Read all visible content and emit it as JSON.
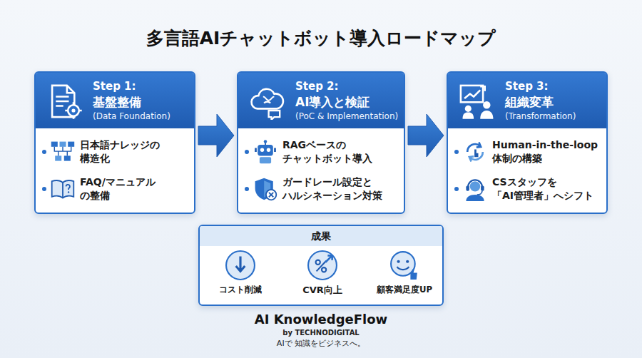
{
  "diagram": {
    "title": "多言語AIチャットボット導入ロードマップ",
    "nodes": [
      {
        "text": [
          "Step 1:",
          "基盤整備",
          "(Data Foundation)",
          "日本語ナレッジの 構造化",
          "FAQ/マニュアル の整備"
        ]
      },
      {
        "text": [
          "Step 2:",
          "AI導入と検証",
          "(PoC & Implementation)",
          "RAGベースの チャットボット導入",
          "ガードレール設定と ハルシネーション対策"
        ]
      },
      {
        "text": [
          "Step 3:",
          "組織変革",
          "(Transformation)",
          "Human-in-the-loop 体制の構築",
          "CSスタッフを 「AI管理者」へシフト"
        ]
      },
      {
        "text": [
          "成果",
          "コスト削減",
          "CVR向上",
          "顧客満足度UP"
        ]
      }
    ],
    "edges": [
      {
        "from": 0,
        "to": 1,
        "arrow": "to"
      },
      {
        "from": 1,
        "to": 2,
        "arrow": "to"
      }
    ],
    "labels": [
      "AI KnowledgeFlow",
      "by TECHNODIGITAL",
      "AIで 知識をビジネスへ。"
    ]
  }
}
